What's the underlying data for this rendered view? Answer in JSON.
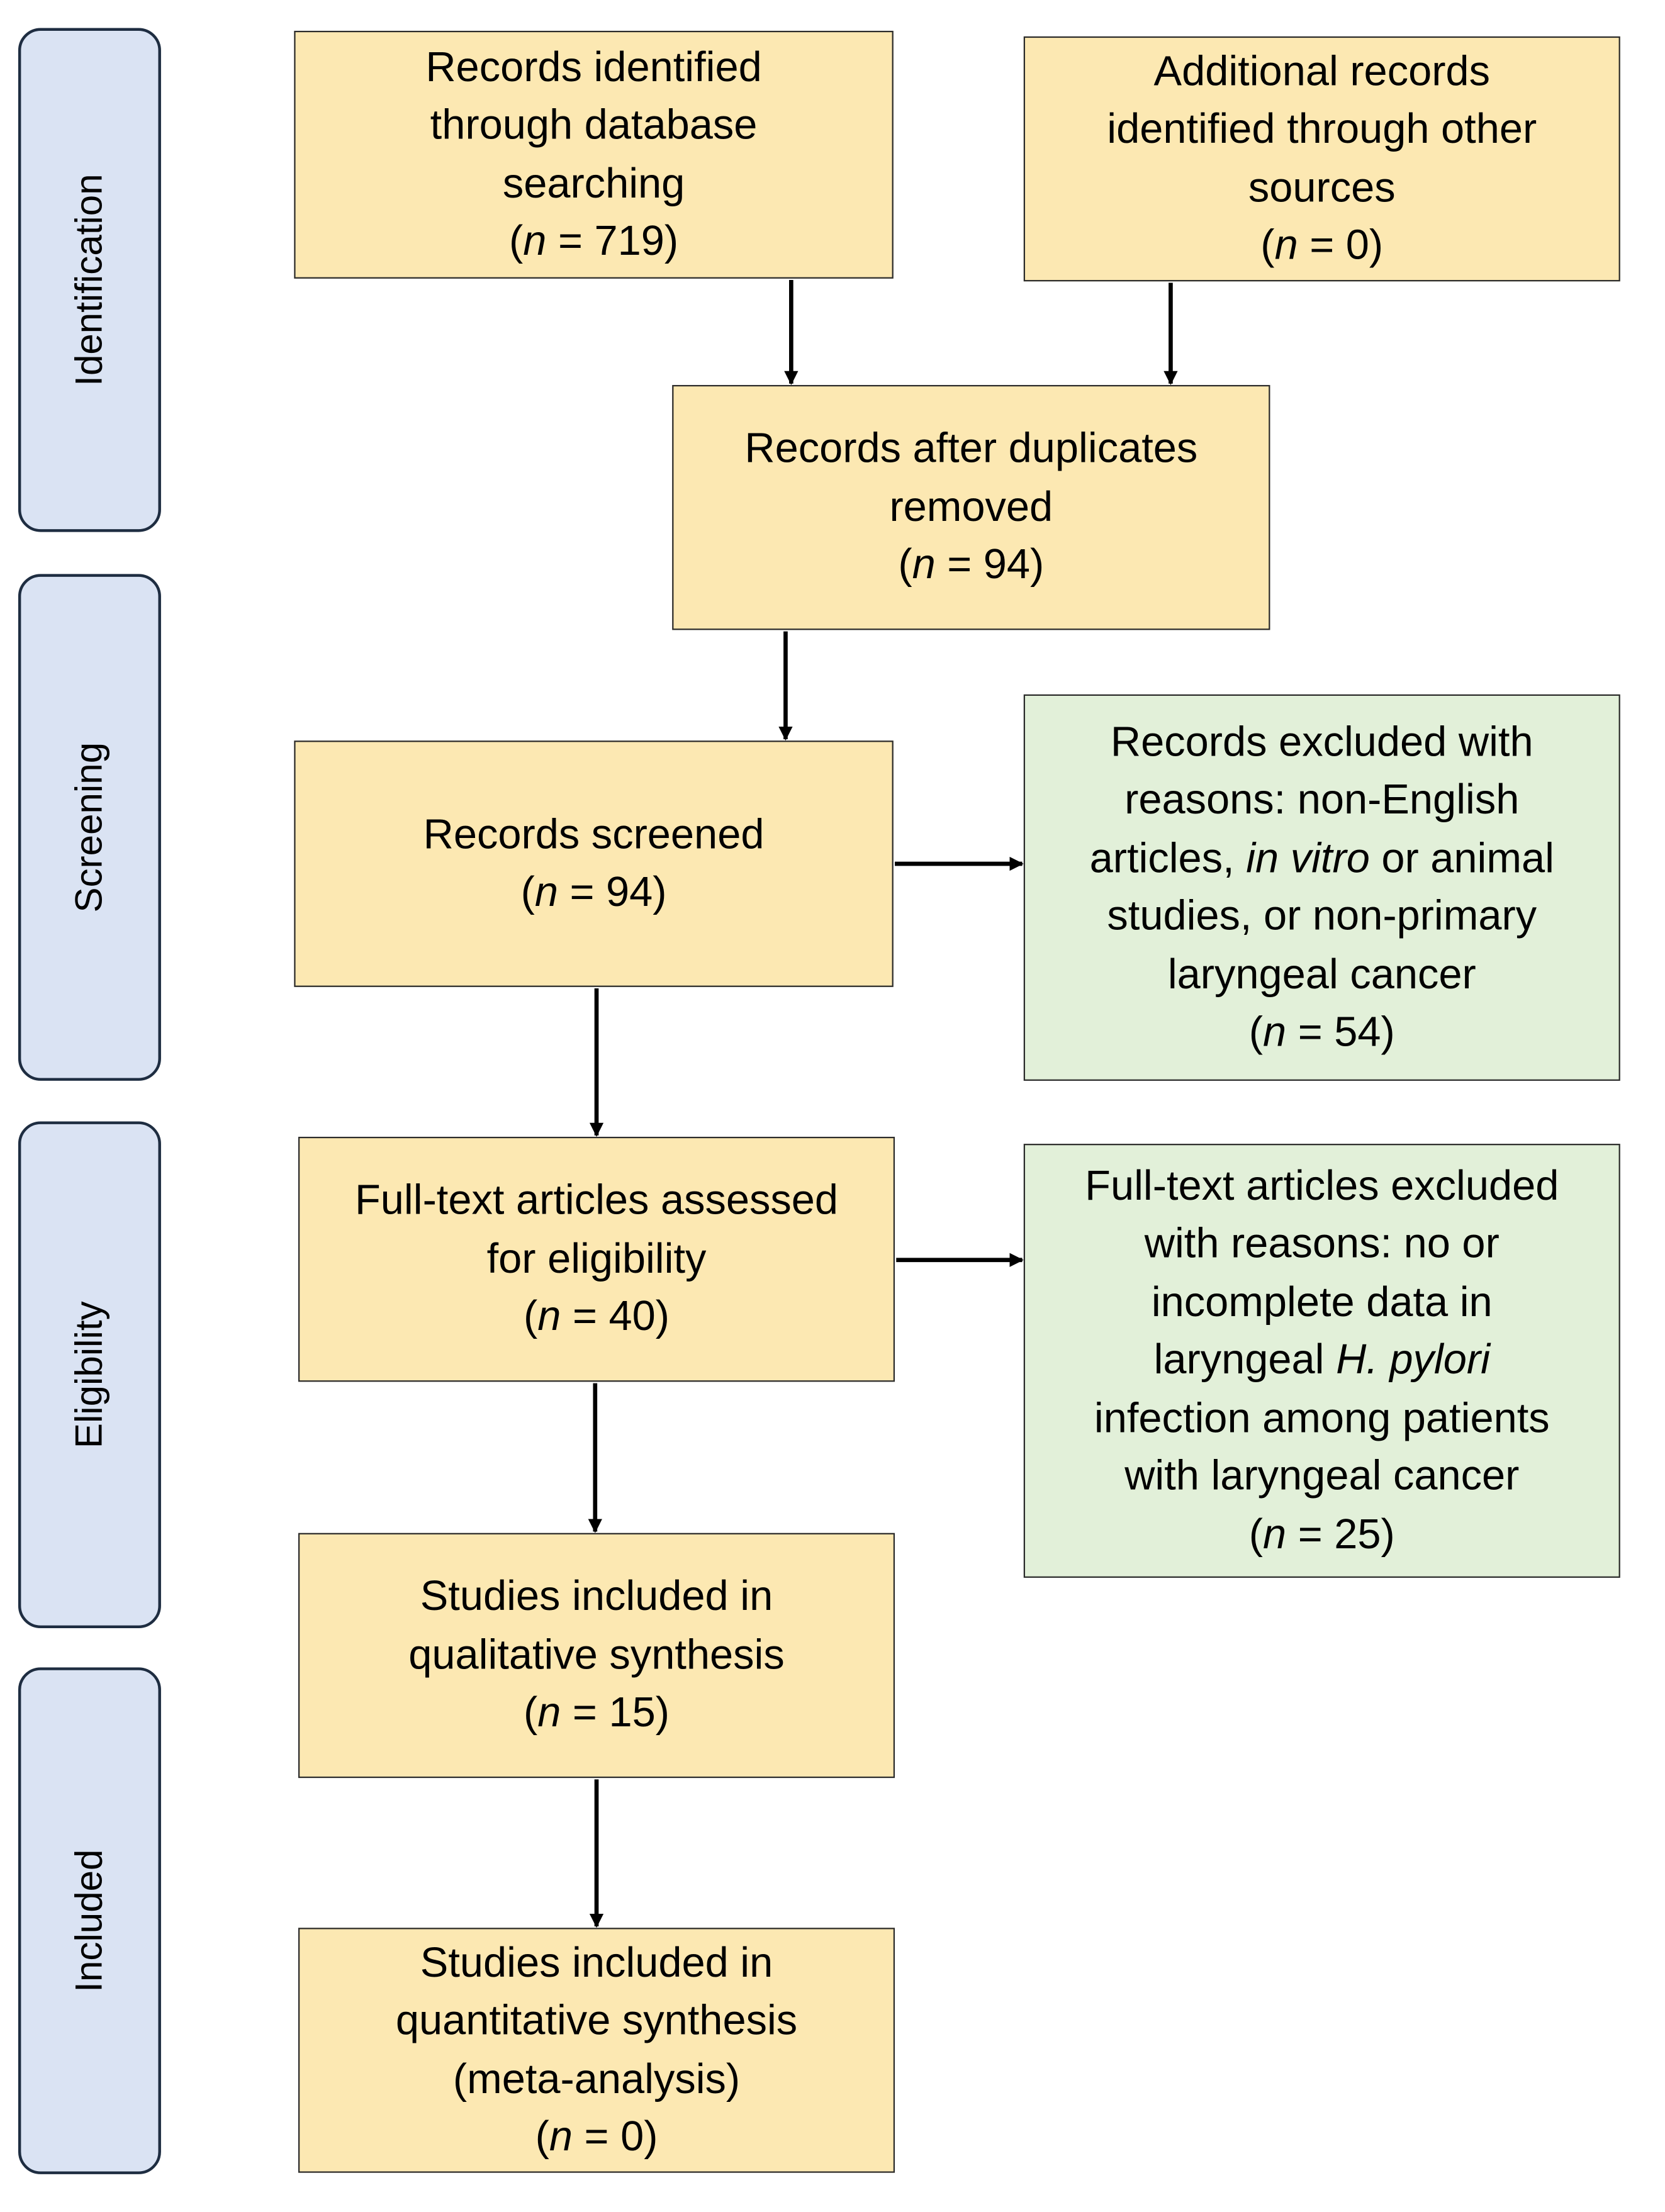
{
  "phases": {
    "identification": "Identification",
    "screening": "Screening",
    "eligibility": "Eligibility",
    "included": "Included"
  },
  "boxes": {
    "database": {
      "l1": "Records identified",
      "l2": "through database",
      "l3": "searching",
      "pre": "(",
      "n": "n",
      "post": " = 719)"
    },
    "other": {
      "l1": "Additional records",
      "l2": "identified through other",
      "l3": "sources",
      "pre": "(",
      "n": "n",
      "post": " = 0)"
    },
    "duplicates": {
      "l1": "Records after duplicates",
      "l2": "removed",
      "pre": "(",
      "n": "n",
      "post": " = 94)"
    },
    "screened": {
      "l1": "Records screened",
      "pre": "(",
      "n": "n",
      "post": " = 94)"
    },
    "excluded_records": {
      "l1": "Records excluded with",
      "l2": "reasons: non-English",
      "l3a": "articles, ",
      "l3i": "in vitro",
      "l3b": " or animal",
      "l4": "studies, or non-primary",
      "l5": "laryngeal cancer",
      "pre": "(",
      "n": "n",
      "post": " = 54)"
    },
    "fulltext": {
      "l1": "Full-text articles assessed",
      "l2": "for eligibility",
      "pre": "(",
      "n": "n",
      "post": " = 40)"
    },
    "excluded_fulltext": {
      "l1": "Full-text articles excluded",
      "l2": "with reasons: no or",
      "l3": "incomplete data in",
      "l4a": "laryngeal ",
      "l4i": "H. pylori",
      "l5": "infection among patients",
      "l6": "with laryngeal cancer",
      "pre": "(",
      "n": "n",
      "post": " = 25)"
    },
    "qualitative": {
      "l1": "Studies included in",
      "l2": "qualitative synthesis",
      "pre": "(",
      "n": "n",
      "post": " = 15)"
    },
    "quantitative": {
      "l1": "Studies included in",
      "l2": "quantitative synthesis",
      "l3": "(meta-analysis)",
      "pre": "(",
      "n": "n",
      "post": " = 0)"
    }
  },
  "colors": {
    "phase_fill": "#dae3f3",
    "main_fill": "#fce8b2",
    "excluded_fill": "#e2f0d9",
    "arrow": "#000000"
  }
}
